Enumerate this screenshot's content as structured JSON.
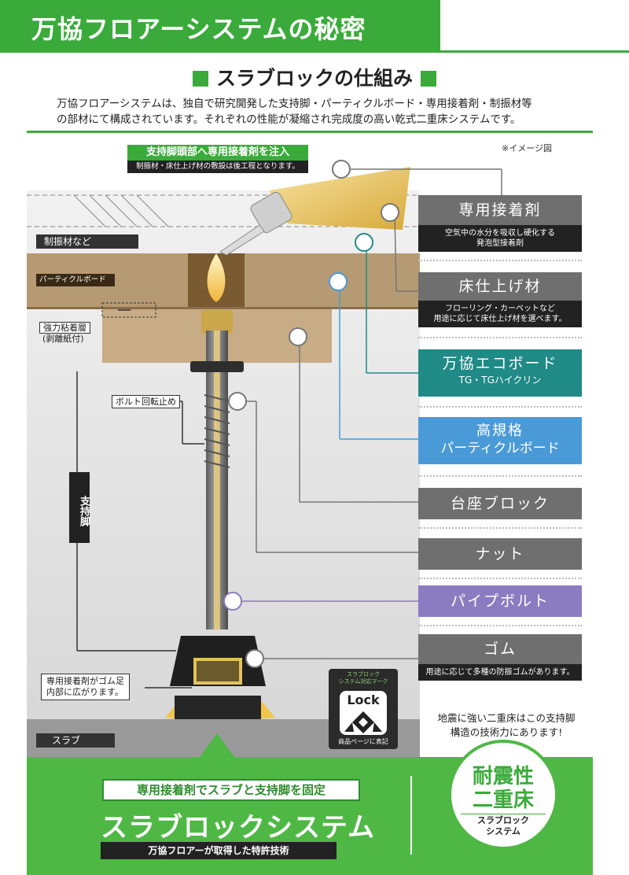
{
  "header": {
    "title": "万協フロアーシステムの秘密"
  },
  "section": {
    "title": "スラブロックの仕組み"
  },
  "intro": {
    "line1": "万協フロアーシステムは、独自で研究開発した支持脚・パーティクルボード・専用接着剤・制振材等",
    "line2": "の部材にて構成されています。それぞれの性能が凝縮され完成度の高い乾式二重床システムです。"
  },
  "diagram": {
    "image_note": "※イメージ図",
    "inject_title": "支持脚頭部へ専用接着剤を注入",
    "inject_note": "制振材・床仕上げ材の敷設は後工程となります。",
    "labels": {
      "damper": "制振材など",
      "particle_board": "パーティクルボード",
      "adhesive_layer_1": "強力粘着層",
      "adhesive_layer_2": "(剥離紙付)",
      "bolt_stop": "ボルト回転止め",
      "support_leg": "支持脚",
      "glue_spread_1": "専用接着剤がゴム足",
      "glue_spread_2": "内部に広がります。",
      "slab": "スラブ"
    },
    "lock_mark": {
      "title_1": "スラブロック",
      "title_2": "システム対応マーク",
      "word": "Lock",
      "note": "商品ページに表記"
    },
    "quake_note_1": "地震に強い二重床はこの支持脚",
    "quake_note_2": "構造の技術力にあります!"
  },
  "legend": [
    {
      "title": "専用接着剤",
      "desc_1": "空気中の水分を吸収し硬化する",
      "desc_2": "発泡型接着剤",
      "color": "#6f6f6f"
    },
    {
      "title": "床仕上げ材",
      "desc_1": "フローリング・カーペットなど",
      "desc_2": "用途に応じて床仕上げ材を選べます。",
      "color": "#6f6f6f"
    },
    {
      "title": "万協エコボード",
      "sub": "TG・TGハイクリン",
      "color": "#1f8a86"
    },
    {
      "title": "高規格",
      "sub": "パーティクルボード",
      "color": "#4a9ad8"
    },
    {
      "title": "台座ブロック",
      "color": "#6f6f6f"
    },
    {
      "title": "ナット",
      "color": "#6f6f6f"
    },
    {
      "title": "パイプボルト",
      "color": "#8b7cc1"
    },
    {
      "title": "ゴム",
      "desc_1": "用途に応じて多種の防振ゴムがあります。",
      "color": "#6f6f6f"
    }
  ],
  "bottom": {
    "tag": "専用接着剤でスラブと支持脚を固定",
    "main": "スラブロックシステム",
    "patent": "万協フロアーが取得した特許技術"
  },
  "badge": {
    "line1": "耐震性",
    "line2": "二重床",
    "line3": "スラブロック",
    "line4": "システム"
  },
  "colors": {
    "brand_green": "#3aab3a",
    "bottom_green": "#4fb845",
    "board_brown": "#b69a73",
    "block_tan": "#c8ac86",
    "teal": "#1f8a86",
    "blue": "#4a9ad8",
    "purple": "#8b7cc1",
    "gray": "#6f6f6f"
  }
}
